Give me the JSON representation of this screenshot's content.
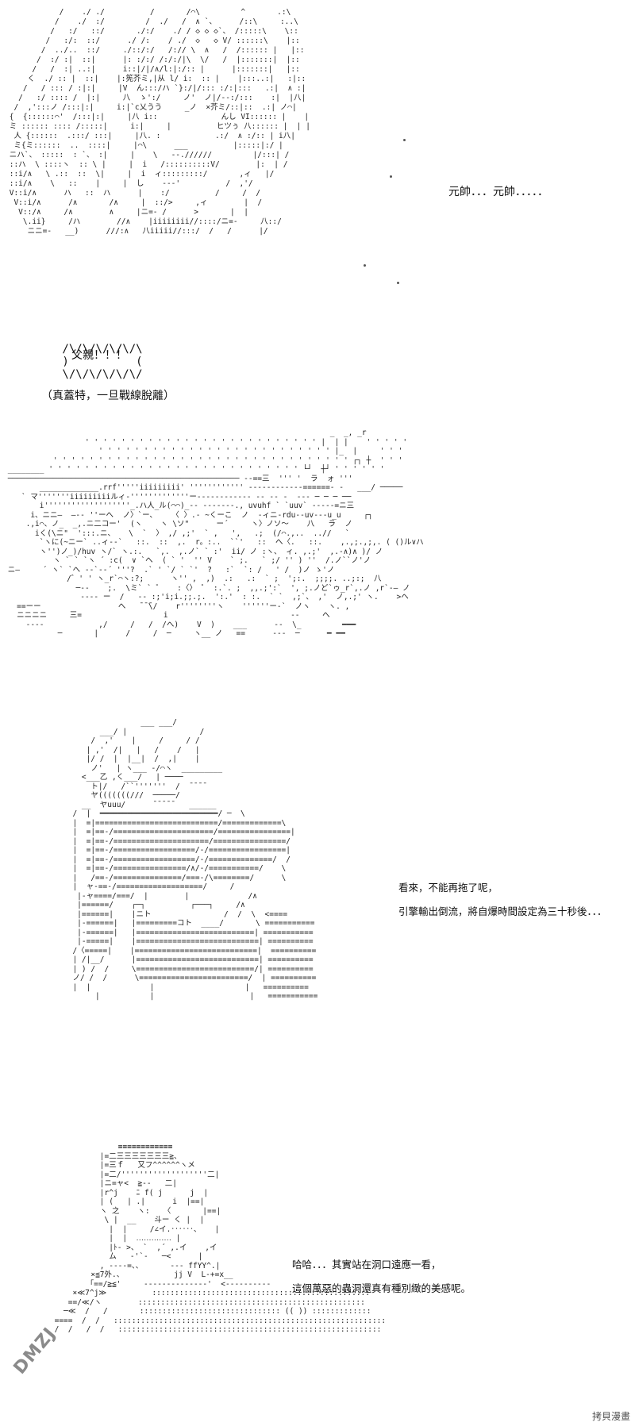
{
  "panel1": {
    "dialog": "元帥．．．元帥．．．．．",
    "shout": "父親！！！",
    "caption": "（真蓋特，一旦戰線脫離）"
  },
  "panel3": {
    "line1": "看來，不能再拖了呢，",
    "line2": "引擎輸出倒流，將自爆時間設定為三十秒後．．．"
  },
  "panel4": {
    "line1": "哈哈．．．其實站在洞口遠應一看，",
    "line2": "這個萬惡的蟲洞還真有種別緻的美感呢。"
  },
  "watermarks": {
    "left": "DMZJ",
    "right": "拷貝漫畫"
  }
}
